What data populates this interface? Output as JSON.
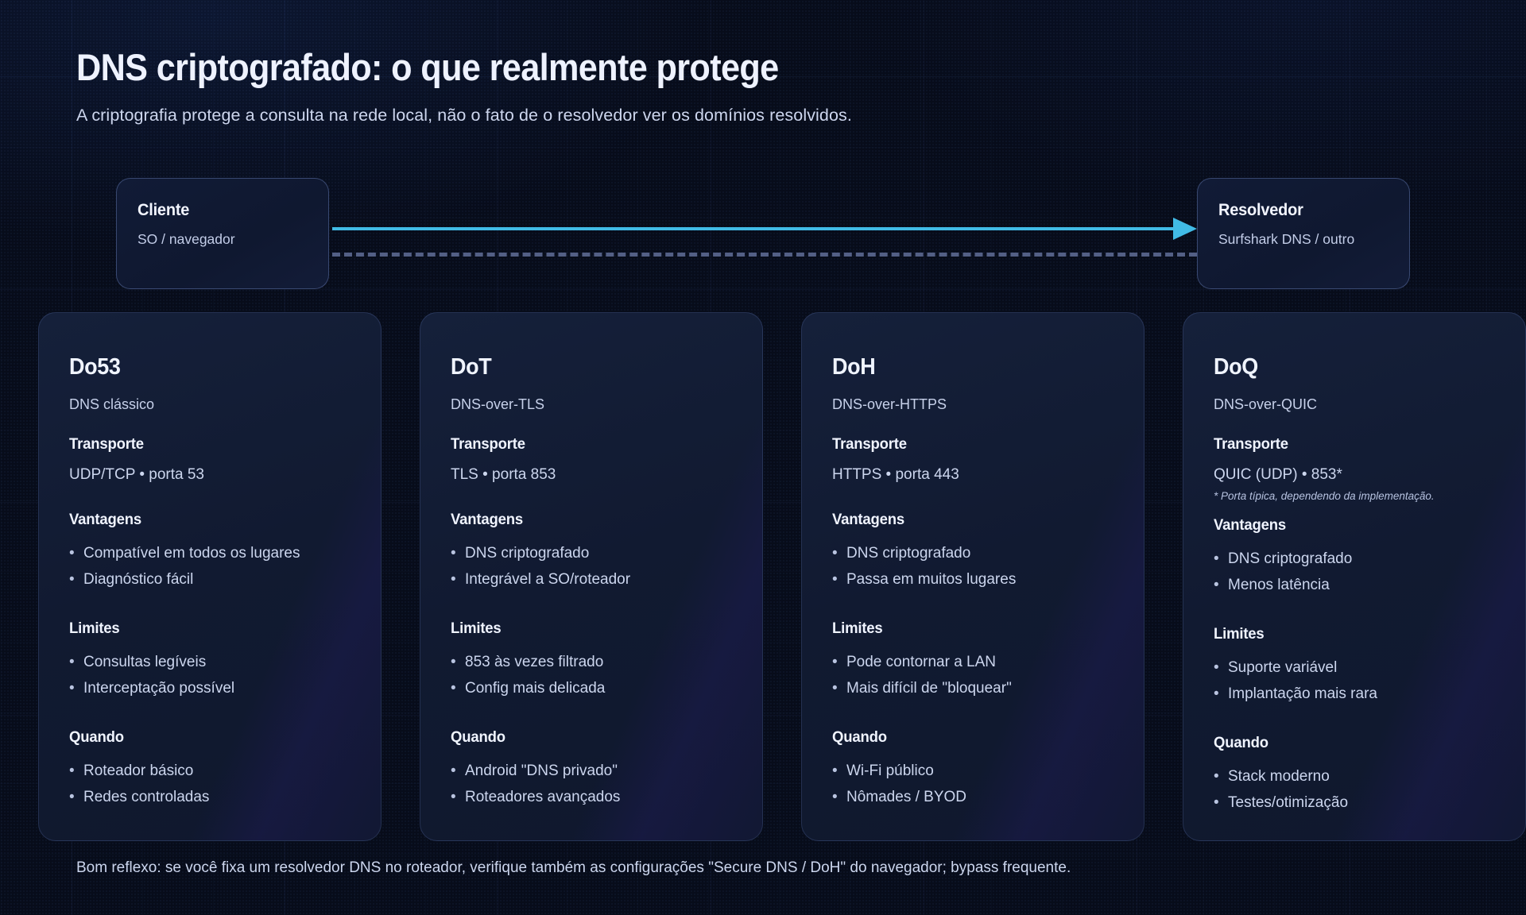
{
  "header": {
    "title": "DNS criptografado: o que realmente protege",
    "subtitle": "A criptografia protege a consulta na rede local, não o fato de o resolvedor ver os domínios resolvidos."
  },
  "flow": {
    "client": {
      "title": "Cliente",
      "sub": "SO / navegador"
    },
    "resolver": {
      "title": "Resolvedor",
      "sub": "Surfshark DNS / outro"
    },
    "arrow_color": "#41bbe6",
    "dashed_color": "#535f85"
  },
  "labels": {
    "transporte": "Transporte",
    "vantagens": "Vantagens",
    "limites": "Limites",
    "quando": "Quando"
  },
  "cards": [
    {
      "title": "Do53",
      "sub": "DNS clássico",
      "transport": "UDP/TCP • porta 53",
      "footnote": "",
      "vantagens": [
        "Compatível em todos os lugares",
        "Diagnóstico fácil"
      ],
      "limites": [
        "Consultas legíveis",
        "Interceptação possível"
      ],
      "quando": [
        "Roteador básico",
        "Redes controladas"
      ]
    },
    {
      "title": "DoT",
      "sub": "DNS-over-TLS",
      "transport": "TLS • porta 853",
      "footnote": "",
      "vantagens": [
        "DNS criptografado",
        "Integrável a SO/roteador"
      ],
      "limites": [
        "853 às vezes filtrado",
        "Config mais delicada"
      ],
      "quando": [
        "Android \"DNS privado\"",
        "Roteadores avançados"
      ]
    },
    {
      "title": "DoH",
      "sub": "DNS-over-HTTPS",
      "transport": "HTTPS • porta 443",
      "footnote": "",
      "vantagens": [
        "DNS criptografado",
        "Passa em muitos lugares"
      ],
      "limites": [
        "Pode contornar a LAN",
        "Mais difícil de \"bloquear\""
      ],
      "quando": [
        "Wi-Fi público",
        "Nômades / BYOD"
      ]
    },
    {
      "title": "DoQ",
      "sub": "DNS-over-QUIC",
      "transport": "QUIC (UDP) • 853*",
      "footnote": "* Porta típica, dependendo da implementação.",
      "vantagens": [
        "DNS criptografado",
        "Menos latência"
      ],
      "limites": [
        "Suporte variável",
        "Implantação mais rara"
      ],
      "quando": [
        "Stack moderno",
        "Testes/otimização"
      ]
    }
  ],
  "footer": "Bom reflexo: se você fixa um resolvedor DNS no roteador, verifique também as configurações \"Secure DNS / DoH\" do navegador; bypass frequente."
}
